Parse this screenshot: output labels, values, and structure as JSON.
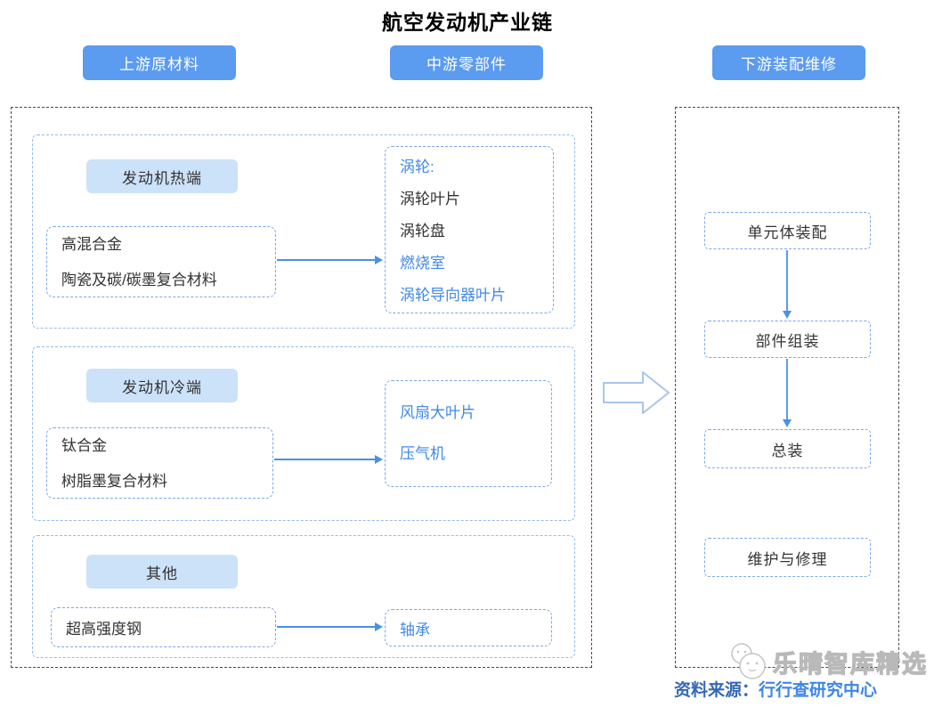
{
  "title": "航空发动机产业链",
  "headers": [
    {
      "label": "上游原材料"
    },
    {
      "label": "中游零部件"
    },
    {
      "label": "下游装配维修"
    }
  ],
  "upstream_sections": [
    {
      "label": "发动机热端",
      "materials": [
        "高混合金",
        "陶瓷及碳/碳墨复合材料"
      ],
      "components": [
        {
          "text": "涡轮:",
          "highlight": true
        },
        {
          "text": "涡轮叶片",
          "highlight": false
        },
        {
          "text": "涡轮盘",
          "highlight": false
        },
        {
          "text": "燃烧室",
          "highlight": true
        },
        {
          "text": "涡轮导向器叶片",
          "highlight": true
        }
      ]
    },
    {
      "label": "发动机冷端",
      "materials": [
        "钛合金",
        "树脂墨复合材料"
      ],
      "components": [
        {
          "text": "风扇大叶片",
          "highlight": true
        },
        {
          "text": "压气机",
          "highlight": true
        }
      ]
    },
    {
      "label": "其他",
      "materials": [
        "超高强度钢"
      ],
      "components": [
        {
          "text": "轴承",
          "highlight": true
        }
      ]
    }
  ],
  "downstream_steps": [
    "单元体装配",
    "部件组装",
    "总装",
    "维护与修理"
  ],
  "watermark": "乐晴智库精选",
  "source": {
    "prefix": "资料来源：",
    "name": "行行查研究中心"
  },
  "colors": {
    "accent_blue": "#5B9BF0",
    "label_fill": "#CCE2F9",
    "highlight_text": "#4189EA",
    "dark_text": "#333333",
    "arrow_blue": "#4A90E8",
    "source_blue": "#3E86E8"
  }
}
